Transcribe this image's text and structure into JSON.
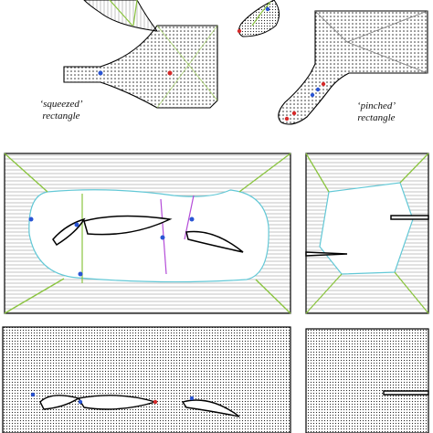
{
  "captions": {
    "squeezed_line1": "‘squeezed’",
    "squeezed_line2": "rectangle",
    "pinched_line1": "‘pinched’",
    "pinched_line2": "rectangle"
  },
  "colors": {
    "mesh_lines": "#7a7a7a",
    "mesh_dots": "#222222",
    "boundary": "#000000",
    "medial_axis": "#62c8d6",
    "feature_lines": "#8ac43f",
    "marker_blue": "#2a55d4",
    "marker_red": "#d62a2a",
    "highlight_magenta": "#b44cd8"
  },
  "panels": [
    "fish-tail-shape",
    "droplet-shape",
    "squeezed-rectangle",
    "pinched-rectangle",
    "three-airfoil-frame",
    "slotted-rectangle",
    "three-airfoil-point-mesh",
    "slotted-point-mesh"
  ]
}
